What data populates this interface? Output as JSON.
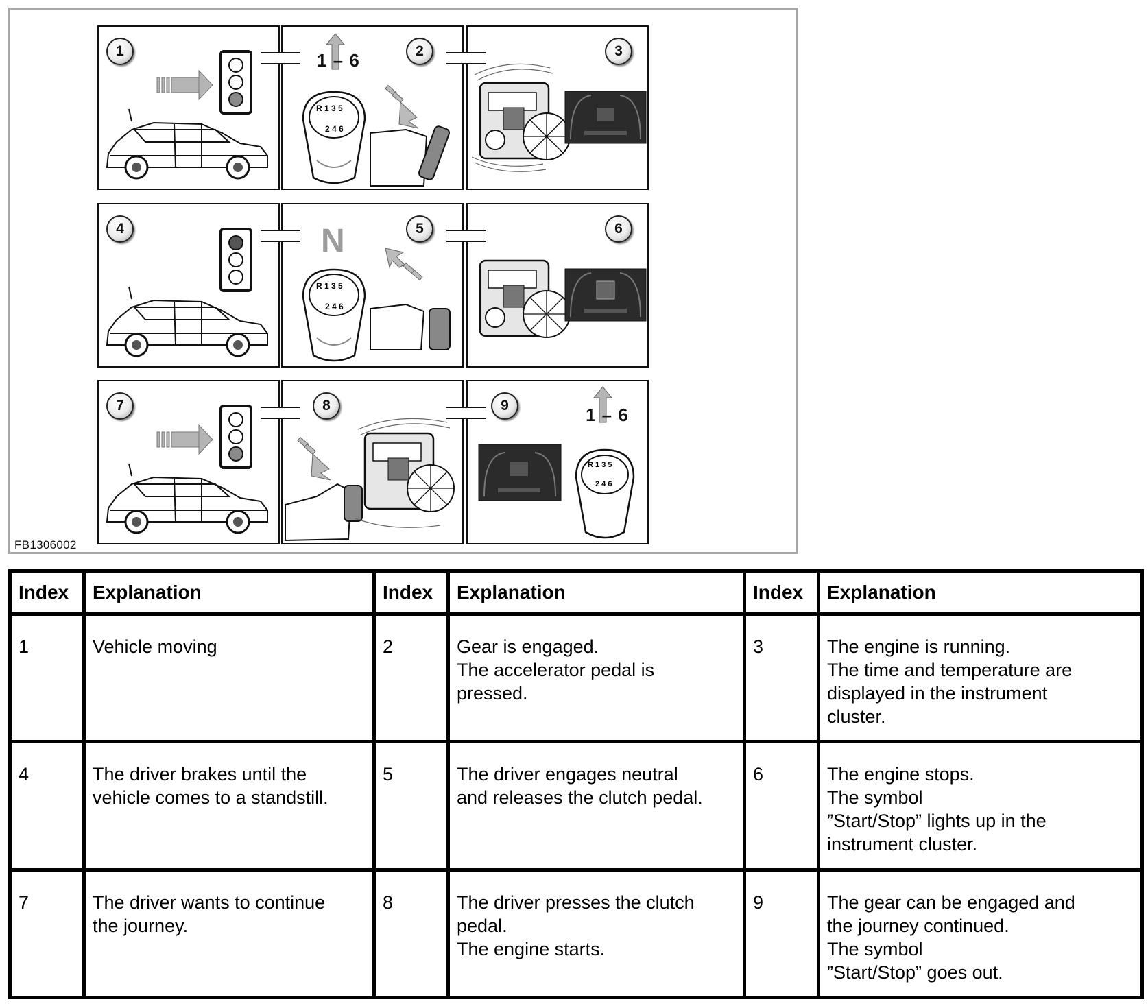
{
  "figure": {
    "code": "FB1306002",
    "panels": [
      {
        "index": "1",
        "scene": "car-moving-green-light"
      },
      {
        "index": "2",
        "scene": "gear-engaged-accelerator-pressed",
        "gear_label": "1 – 6"
      },
      {
        "index": "3",
        "scene": "engine-running-cluster"
      },
      {
        "index": "4",
        "scene": "car-stopped-red-light"
      },
      {
        "index": "5",
        "scene": "neutral-clutch-released",
        "gear_label": "N"
      },
      {
        "index": "6",
        "scene": "engine-stopped-cluster"
      },
      {
        "index": "7",
        "scene": "car-moving-green-light"
      },
      {
        "index": "8",
        "scene": "clutch-pressed-engine-starts"
      },
      {
        "index": "9",
        "scene": "cluster-gear-engaged",
        "gear_label": "1 – 6"
      }
    ],
    "shifter_pattern_top": "R 1 3 5",
    "shifter_pattern_bottom": "2 4 6"
  },
  "table": {
    "headers": [
      "Index",
      "Explanation",
      "Index",
      "Explanation",
      "Index",
      "Explanation"
    ],
    "rows": [
      [
        {
          "index": "1",
          "lines": [
            "Vehicle moving"
          ]
        },
        {
          "index": "2",
          "lines": [
            "Gear is engaged.",
            "The accelerator pedal is",
            "pressed."
          ]
        },
        {
          "index": "3",
          "lines": [
            "The engine is running.",
            "The time and temperature are",
            "displayed in the instrument",
            "cluster."
          ]
        }
      ],
      [
        {
          "index": "4",
          "lines": [
            "The driver brakes until the",
            "vehicle comes to a standstill."
          ]
        },
        {
          "index": "5",
          "lines": [
            "The driver engages neutral",
            "and releases the clutch pedal."
          ]
        },
        {
          "index": "6",
          "lines": [
            "The engine stops.",
            "The symbol",
            "”Start/Stop” lights up in the",
            "instrument cluster."
          ]
        }
      ],
      [
        {
          "index": "7",
          "lines": [
            "The driver wants to continue",
            "the journey."
          ]
        },
        {
          "index": "8",
          "lines": [
            "The driver presses the clutch",
            "pedal.",
            "The engine starts."
          ]
        },
        {
          "index": "9",
          "lines": [
            "The gear can be engaged and",
            "the journey continued.",
            "The symbol",
            "”Start/Stop” goes out."
          ]
        }
      ]
    ]
  }
}
